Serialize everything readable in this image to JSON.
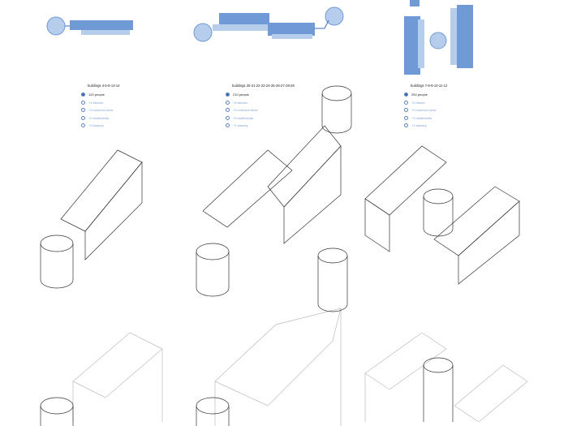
{
  "colors": {
    "accent": "#6f9ad6",
    "accent_light": "#b6cdec",
    "line": "#333333",
    "line_faint": "#bbbbbb"
  },
  "groups": [
    {
      "title": "buildings 4-5-8-13-14",
      "items": [
        {
          "icon": "people-icon",
          "label": "120 people"
        },
        {
          "icon": "kitchen-icon",
          "label": "+4 kitchen"
        },
        {
          "icon": "common-area-icon",
          "label": "+3 common area"
        },
        {
          "icon": "multimedia-icon",
          "label": "+0 multimedia"
        },
        {
          "icon": "laundry-icon",
          "label": "+3 laundry"
        }
      ]
    },
    {
      "title": "buildings 20-21-22-23-24-25-26-27-28-28",
      "items": [
        {
          "icon": "people-icon",
          "label": "210 people"
        },
        {
          "icon": "kitchen-icon",
          "label": "+4 kitchen"
        },
        {
          "icon": "common-area-icon",
          "label": "+3 common area"
        },
        {
          "icon": "multimedia-icon",
          "label": "+5 multimedia"
        },
        {
          "icon": "laundry-icon",
          "label": "+1 laundry"
        }
      ]
    },
    {
      "title": "buildings 7-8-9-10-11-12",
      "items": [
        {
          "icon": "people-icon",
          "label": "250 people"
        },
        {
          "icon": "kitchen-icon",
          "label": "+0 dinner"
        },
        {
          "icon": "common-area-icon",
          "label": "+0 common area"
        },
        {
          "icon": "multimedia-icon",
          "label": "+3 multimedia"
        },
        {
          "icon": "laundry-icon",
          "label": "+1 laundry"
        }
      ]
    }
  ]
}
